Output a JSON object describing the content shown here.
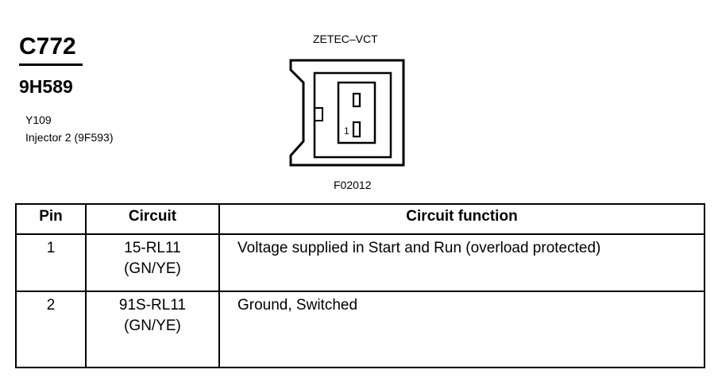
{
  "header": {
    "connector_id": "C772",
    "part_number": "9H589",
    "location_code": "Y109",
    "component_name": "Injector 2 (9F593)"
  },
  "diagram": {
    "engine_label": "ZETEC–VCT",
    "figure_code": "F02012",
    "pin_marker": "1"
  },
  "table": {
    "headers": {
      "pin": "Pin",
      "circuit": "Circuit",
      "function": "Circuit function"
    },
    "rows": [
      {
        "pin": "1",
        "circuit": "15-RL11",
        "color": "(GN/YE)",
        "function": "Voltage supplied in Start and Run (overload protected)"
      },
      {
        "pin": "2",
        "circuit": "91S-RL11",
        "color": "(GN/YE)",
        "function": "Ground, Switched"
      }
    ]
  }
}
